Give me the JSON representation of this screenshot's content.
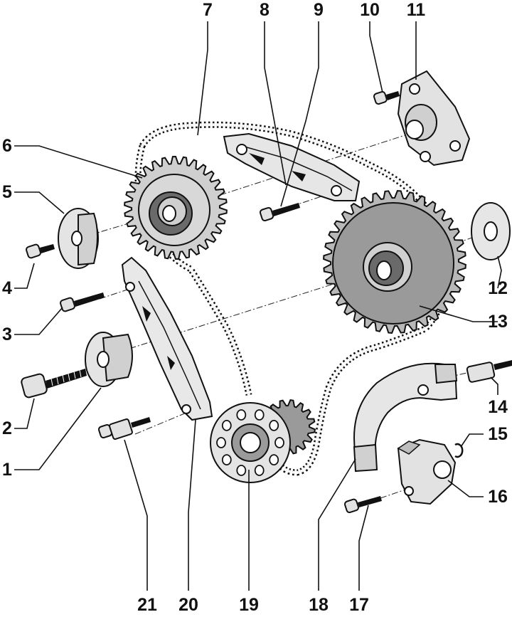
{
  "diagram": {
    "callouts": [
      {
        "id": "1",
        "label": "1"
      },
      {
        "id": "2",
        "label": "2"
      },
      {
        "id": "3",
        "label": "3"
      },
      {
        "id": "4",
        "label": "4"
      },
      {
        "id": "5",
        "label": "5"
      },
      {
        "id": "6",
        "label": "6"
      },
      {
        "id": "7",
        "label": "7"
      },
      {
        "id": "8",
        "label": "8"
      },
      {
        "id": "9",
        "label": "9"
      },
      {
        "id": "10",
        "label": "10"
      },
      {
        "id": "11",
        "label": "11"
      },
      {
        "id": "12",
        "label": "12"
      },
      {
        "id": "13",
        "label": "13"
      },
      {
        "id": "14",
        "label": "14"
      },
      {
        "id": "15",
        "label": "15"
      },
      {
        "id": "16",
        "label": "16"
      },
      {
        "id": "17",
        "label": "17"
      },
      {
        "id": "18",
        "label": "18"
      },
      {
        "id": "19",
        "label": "19"
      },
      {
        "id": "20",
        "label": "20"
      },
      {
        "id": "21",
        "label": "21"
      }
    ],
    "colors": {
      "ink": "#111111",
      "shade": "#9a9a9a",
      "light": "#d4d4d4",
      "paper": "#ffffff"
    }
  }
}
